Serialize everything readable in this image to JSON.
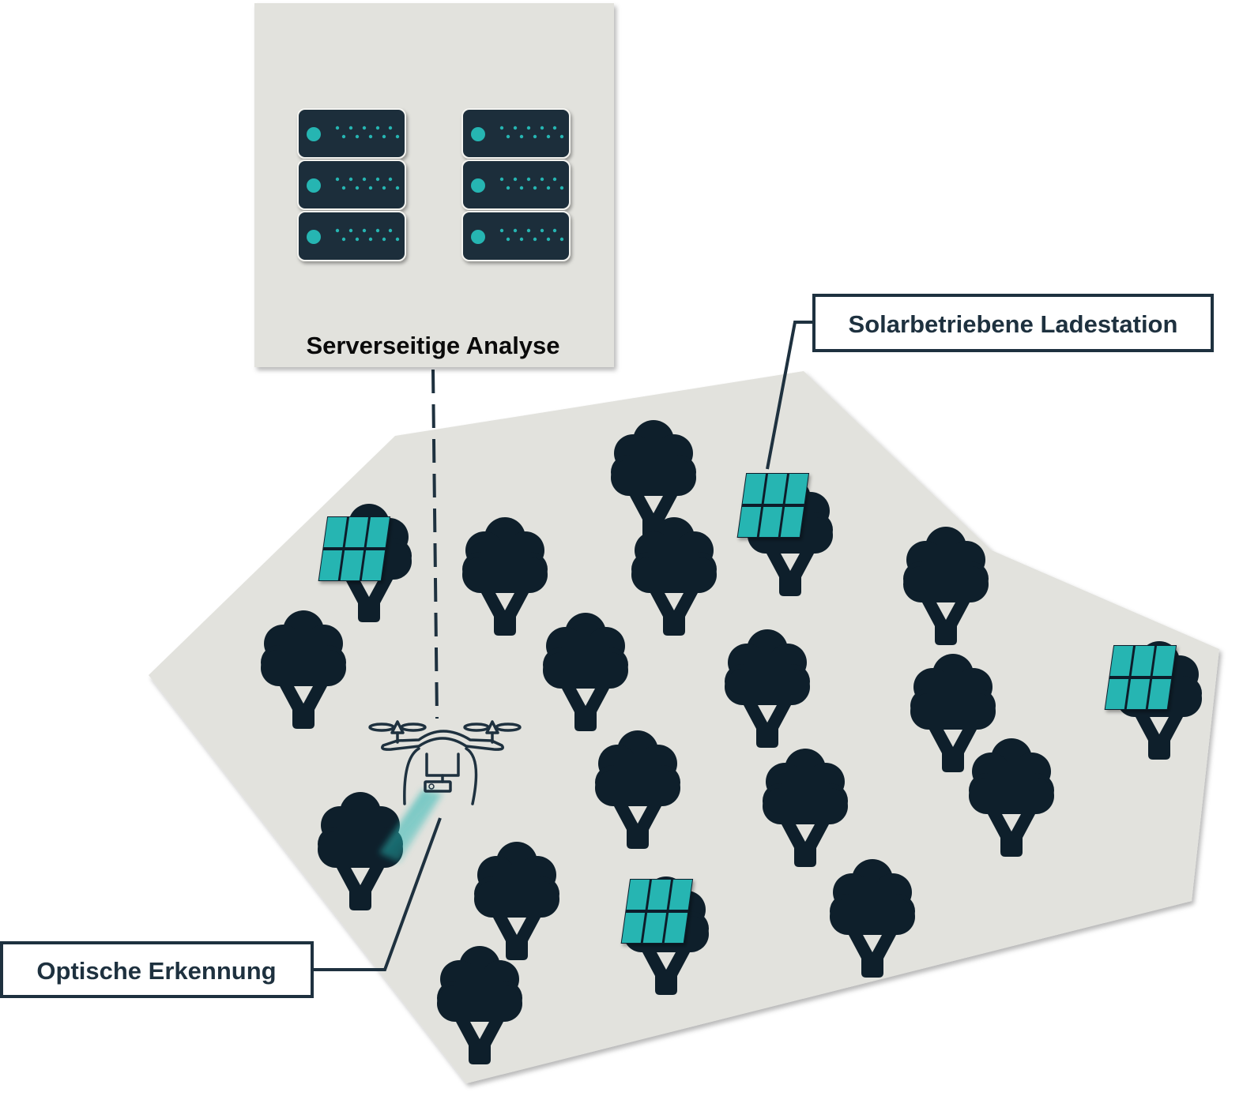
{
  "colors": {
    "background": "#ffffff",
    "area_fill": "#e2e2dd",
    "dark": "#0e1f2b",
    "server_body": "#1d2e3b",
    "teal": "#26b5b2",
    "label_border": "#1e313f",
    "label_text": "#1e313f",
    "server_title_text": "#0a0a0a"
  },
  "server_panel": {
    "title": "Serverseitige Analyse",
    "racks": [
      {
        "name": "server-rack-left",
        "units": 3
      },
      {
        "name": "server-rack-right",
        "units": 3
      }
    ]
  },
  "callouts": {
    "solar": {
      "label": "Solarbetriebene Ladestation"
    },
    "optical": {
      "label": "Optische Erkennung"
    }
  },
  "forest": {
    "tree_count": 19,
    "solar_station_count": 4,
    "drone_count": 1
  },
  "icons": {
    "tree": "tree-icon",
    "server": "server-icon",
    "solar_panel": "solar-panel-icon",
    "drone": "drone-icon"
  }
}
